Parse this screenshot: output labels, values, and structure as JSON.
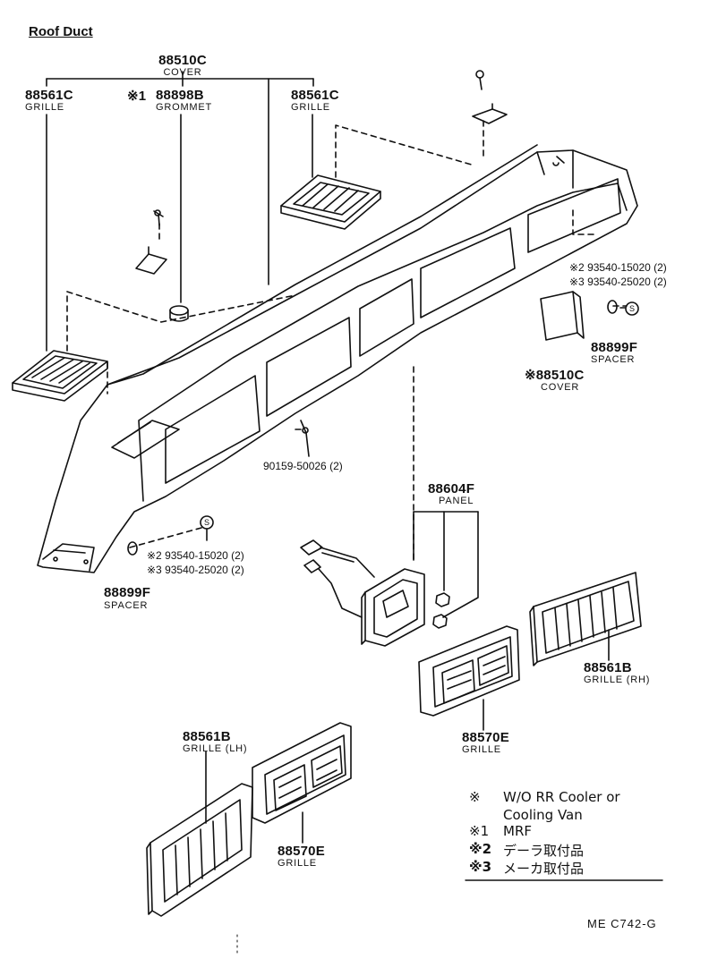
{
  "title": "Roof Duct",
  "diagram_code": "ME  C742-G",
  "labels": {
    "cover_top": {
      "number": "88510C",
      "name": "COVER"
    },
    "grille_left": {
      "number": "88561C",
      "name": "GRILLE"
    },
    "grommet": {
      "mark": "※1",
      "number": "88898B",
      "name": "GROMMET"
    },
    "grille_center": {
      "number": "88561C",
      "name": "GRILLE"
    },
    "spacer_right_bolts": [
      "※2 93540-15020 (2)",
      "※3 93540-25020 (2)"
    ],
    "spacer_right": {
      "number": "88899F",
      "name": "SPACER"
    },
    "cover_right": {
      "number": "※88510C",
      "name": "COVER"
    },
    "screw": "90159-50026 (2)",
    "panel": {
      "number": "88604F",
      "name": "PANEL"
    },
    "spacer_left_bolts": [
      "※2 93540-15020 (2)",
      "※3 93540-25020 (2)"
    ],
    "spacer_left": {
      "number": "88899F",
      "name": "SPACER"
    },
    "grille_rh": {
      "number": "88561B",
      "name": "GRILLE (RH)"
    },
    "grille_570_center": {
      "number": "88570E",
      "name": "GRILLE"
    },
    "grille_lh": {
      "number": "88561B",
      "name": "GRILLE (LH)"
    },
    "grille_570_lower": {
      "number": "88570E",
      "name": "GRILLE"
    }
  },
  "legend": [
    {
      "mark": "※",
      "text": "W/O RR Cooler or"
    },
    {
      "mark": "",
      "text": "Cooling Van"
    },
    {
      "mark": "※1",
      "text": "MRF"
    },
    {
      "mark": "※2",
      "text": "デーラ取付品"
    },
    {
      "mark": "※3",
      "text": "メーカ取付品"
    }
  ]
}
